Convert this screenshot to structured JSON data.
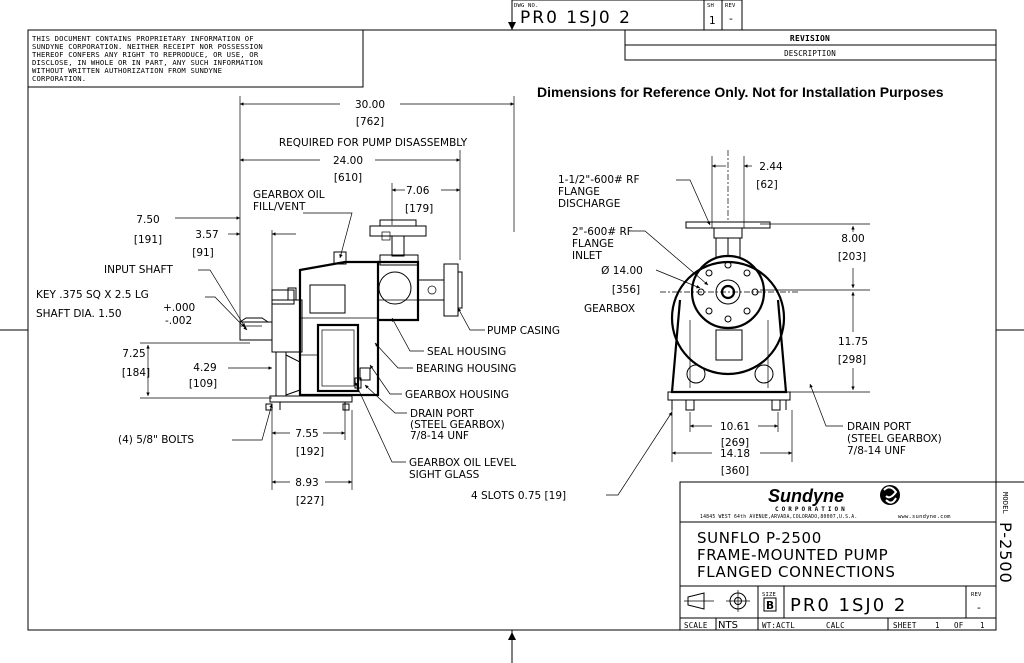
{
  "title_block_top": {
    "dwg_no_label": "DWG NO.",
    "dwg_no": "PR0 1SJ0 2",
    "sheet_label": "SH",
    "sheet": "1",
    "rev_label": "REV",
    "rev": "-"
  },
  "proprietary_notice": [
    "THIS DOCUMENT CONTAINS PROPRIETARY INFORMATION OF",
    "SUNDYNE CORPORATION. NEITHER RECEIPT NOR POSSESSION",
    "THEREOF CONFERS ANY RIGHT TO REPRODUCE, OR USE, OR",
    "DISCLOSE, IN WHOLE OR IN PART, ANY SUCH INFORMATION",
    "WITHOUT WRITTEN AUTHORIZATION FROM SUNDYNE",
    "CORPORATION."
  ],
  "revision": {
    "header": "REVISION",
    "description": "DESCRIPTION"
  },
  "reference_note": "Dimensions for Reference Only.  Not for Installation Purposes",
  "side_view": {
    "dim_30": "30.00",
    "dim_30_mm": "[762]",
    "disassembly": "REQUIRED FOR PUMP DISASSEMBLY",
    "dim_24": "24.00",
    "dim_24_mm": "[610]",
    "gearbox_fill_1": "GEARBOX OIL",
    "gearbox_fill_2": "FILL/VENT",
    "dim_706": "7.06",
    "dim_706_mm": "[179]",
    "dim_750": "7.50",
    "dim_750_mm": "[191]",
    "dim_357": "3.57",
    "dim_357_mm": "[91]",
    "input_shaft": "INPUT SHAFT",
    "key": "KEY .375 SQ X 2.5 LG",
    "shaft_dia": "SHAFT DIA. 1.50",
    "tol_plus": "+.000",
    "tol_minus": "-.002",
    "pump_casing": "PUMP CASING",
    "seal_housing": "SEAL HOUSING",
    "bearing_housing": "BEARING HOUSING",
    "gearbox_housing": "GEARBOX HOUSING",
    "dim_725": "7.25",
    "dim_725_mm": "[184]",
    "dim_429": "4.29",
    "dim_429_mm": "[109]",
    "drain_1": "DRAIN PORT",
    "drain_2": "(STEEL GEARBOX)",
    "drain_3": "7/8-14 UNF",
    "bolts": "(4) 5/8\" BOLTS",
    "dim_755": "7.55",
    "dim_755_mm": "[192]",
    "sight_1": "GEARBOX OIL LEVEL",
    "sight_2": "SIGHT GLASS",
    "dim_893": "8.93",
    "dim_893_mm": "[227]"
  },
  "front_view": {
    "discharge_1": "1-1/2\"-600# RF",
    "discharge_2": "FLANGE",
    "discharge_3": "DISCHARGE",
    "dim_244": "2.44",
    "dim_244_mm": "[62]",
    "inlet_1": "2\"-600# RF",
    "inlet_2": "FLANGE",
    "inlet_3": "INLET",
    "dim_14": "Ø 14.00",
    "dim_14_mm": "[356]",
    "gearbox": "GEARBOX",
    "dim_800": "8.00",
    "dim_800_mm": "[203]",
    "dim_1175": "11.75",
    "dim_1175_mm": "[298]",
    "dim_1061": "10.61",
    "dim_1061_mm": "[269]",
    "dim_1418": "14.18",
    "dim_1418_mm": "[360]",
    "drain_1": "DRAIN PORT",
    "drain_2": "(STEEL GEARBOX)",
    "drain_3": "7/8-14 UNF",
    "slots": "4 SLOTS 0.75 [19]"
  },
  "title_block": {
    "company": "Sundyne",
    "company_sub": "CORPORATION",
    "address": "14845 WEST 64th AVENUE,ARVADA,COLORADO,80007,U.S.A.",
    "website": "www.sundyne.com",
    "title_1": "SUNFLO P-2500",
    "title_2": "FRAME-MOUNTED PUMP",
    "title_3": "FLANGED CONNECTIONS",
    "size_label": "SIZE",
    "size": "B",
    "dwg_no": "PR0 1SJ0 2",
    "rev_label": "REV",
    "rev": "-",
    "scale_label": "SCALE",
    "scale": "NTS",
    "wt": "WT:ACTL",
    "calc": "CALC",
    "sheet_label": "SHEET",
    "sheet": "1",
    "of_label": "OF",
    "of": "1",
    "model_label": "MODEL",
    "model": "P-2500"
  }
}
